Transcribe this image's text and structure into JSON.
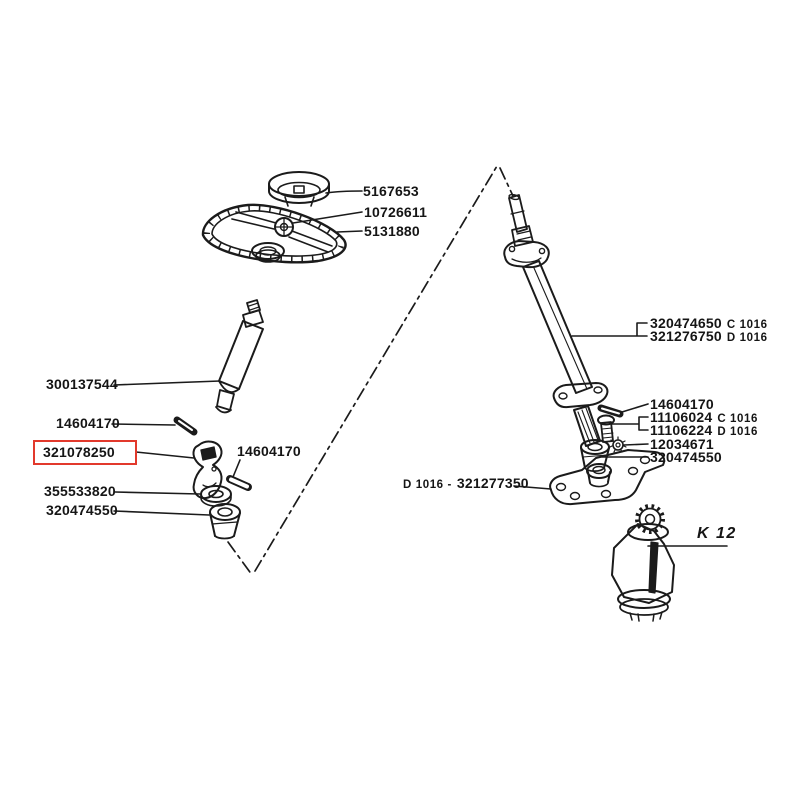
{
  "diagram": {
    "kind": "exploded-parts-diagram",
    "subject": "steering column and steering wheel assembly",
    "background_color": "#ffffff",
    "line_color": "#1b1b1b",
    "highlight": {
      "part_number": "321078250",
      "box_color": "#e2392c"
    },
    "labels": {
      "horn_cap": "5167653",
      "emblem_screw": "10726611",
      "steering_wheel": "5131880",
      "steering_shaft": "300137544",
      "pin_a": "14604170",
      "universal_joint": "321078250",
      "pin_b": "14604170",
      "thrust_washer": "355533820",
      "bushing_a": "320474550",
      "column_tube_c": "320474650",
      "column_tube_c_variant": "C 1016",
      "column_tube_d": "321276750",
      "column_tube_d_variant": "D 1016",
      "pin_c": "14604170",
      "bolt_c": "11106024",
      "bolt_c_variant": "C 1016",
      "bolt_d": "11106224",
      "bolt_d_variant": "D 1016",
      "lock_washer": "12034671",
      "bushing_b": "320474550",
      "support_bracket_prefix": "D 1016 -",
      "support_bracket": "321277350",
      "gearbox_ref": "K 12"
    }
  }
}
